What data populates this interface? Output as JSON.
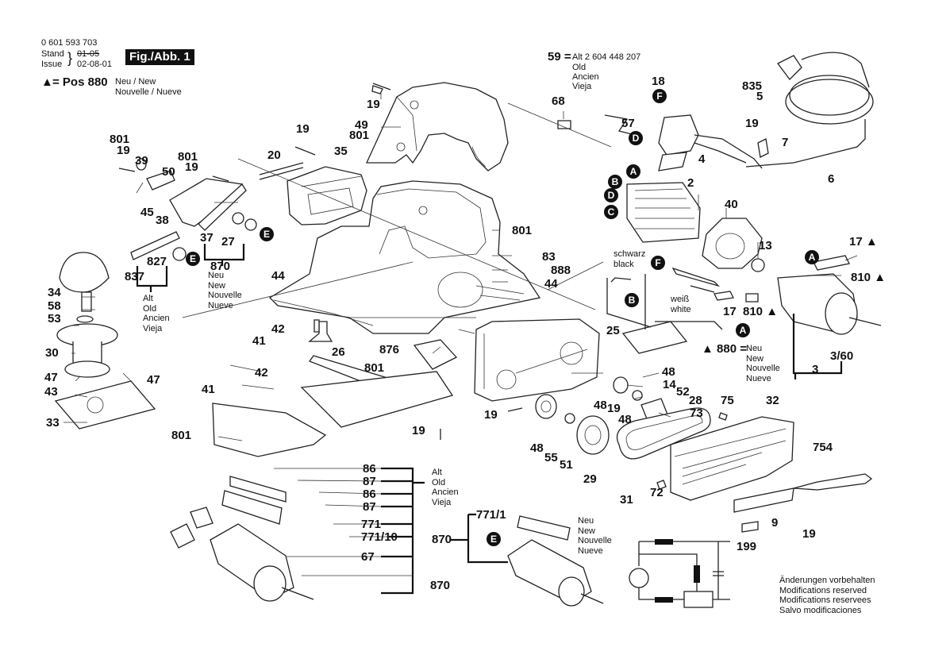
{
  "header": {
    "part_number": "0 601 593 703",
    "stand_label": "Stand",
    "issue_label": "Issue",
    "stand_value_struck": "01-05",
    "issue_date": "02-08-01",
    "figure_label": "Fig./Abb. 1",
    "legend_symbol": "▲",
    "legend_pos": "= Pos 880",
    "legend_text_1": "Neu / New",
    "legend_text_2": "Nouvelle / Nueve"
  },
  "note_59": {
    "label": "59 =",
    "text": "Alt 2 604 448 207",
    "lines": [
      "Old",
      "Ancien",
      "Vieja"
    ]
  },
  "old_text": "Alt\nOld\nAncien\nVieja",
  "new_text": "Neu\nNew\nNouvelle\nNueve",
  "wire_colors": {
    "black": "schwarz\nblack",
    "white": "weiß\nwhite"
  },
  "pos880": {
    "label": "▲ 880 =",
    "text": "Neu\nNew\nNouvelle\nNueve"
  },
  "footer": {
    "lines": "Änderungen vorbehalten\nModifications reserved\nModifications reservees\nSalvo modificaciones"
  },
  "badges": {
    "A": "A",
    "B": "B",
    "C": "C",
    "D": "D",
    "E": "E",
    "F": "F"
  },
  "parts": {
    "p19_top": "19",
    "p49": "49",
    "p801_handle": "801",
    "p68": "68",
    "p18": "18",
    "p57": "57",
    "p4": "4",
    "p835": "835",
    "p5": "5",
    "p19_cord": "19",
    "p7": "7",
    "p6": "6",
    "p801_l1": "801",
    "p19_l1": "19",
    "p39": "39",
    "p50": "50",
    "p801_l2": "801",
    "p19_l2": "19",
    "p20": "20",
    "p19_mid": "19",
    "p35": "35",
    "p45": "45",
    "p38": "38",
    "p37": "37",
    "p27": "27",
    "p827": "827",
    "p837": "837",
    "p870_a": "870",
    "p2": "2",
    "p40": "40",
    "p13": "13",
    "p17a": "17 ▲",
    "p810a": "810 ▲",
    "p801_body": "801",
    "p83": "83",
    "p888": "888",
    "p44_l": "44",
    "p44_r": "44",
    "p17b": "17",
    "p810b": "810 ▲",
    "p34": "34",
    "p58": "58",
    "p53": "53",
    "p30": "30",
    "p47_l": "47",
    "p47_r": "47",
    "p43": "43",
    "p33": "33",
    "p42_a": "42",
    "p41_a": "41",
    "p26": "26",
    "p42_b": "42",
    "p41_b": "41",
    "p801_foot": "801",
    "p876": "876",
    "p801_plate": "801",
    "p19_plate": "19",
    "p25": "25",
    "p3_60": "3/60",
    "p3": "3",
    "p48_a": "48",
    "p14": "14",
    "p52": "52",
    "p28": "28",
    "p48_b": "48",
    "p19_b": "19",
    "p48_c": "48",
    "p73": "73",
    "p19_c": "19",
    "p48_d": "48",
    "p55": "55",
    "p51": "51",
    "p29": "29",
    "p31": "31",
    "p72": "72",
    "p75": "75",
    "p32": "32",
    "p754": "754",
    "p9": "9",
    "p19_d": "19",
    "p199": "199",
    "p86_a": "86",
    "p87_a": "87",
    "p86_b": "86",
    "p87_b": "87",
    "p771": "771",
    "p771_10": "771/10",
    "p67": "67",
    "p870_b": "870",
    "p870_c": "870",
    "p771_1": "771/1"
  }
}
